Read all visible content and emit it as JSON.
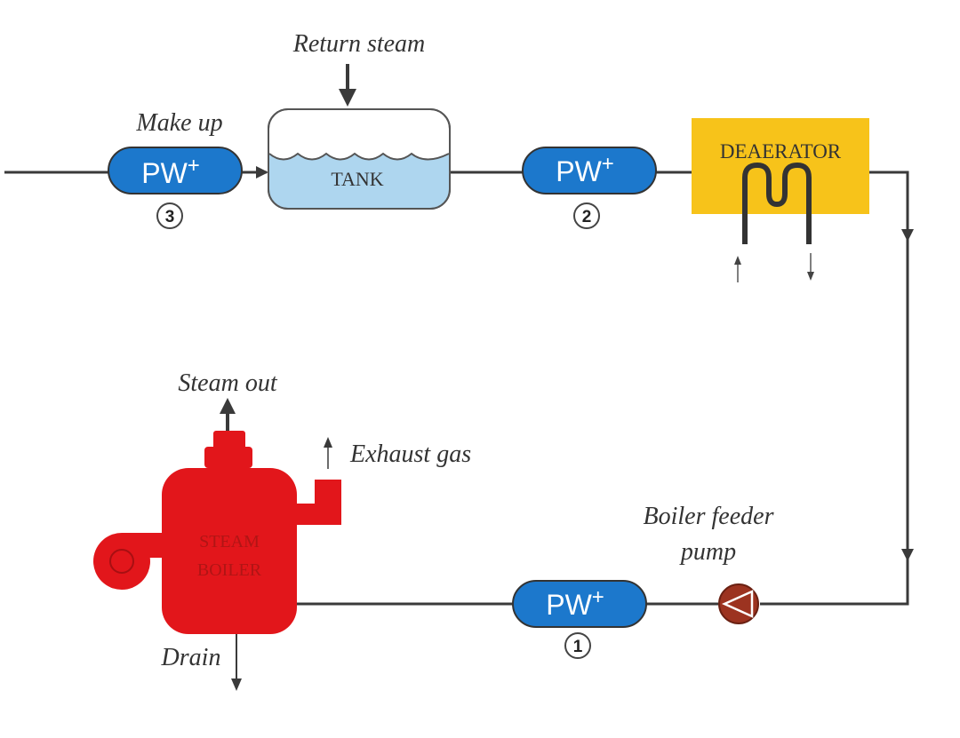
{
  "labels": {
    "return_steam": "Return steam",
    "make_up": "Make up",
    "steam_out": "Steam out",
    "exhaust_gas": "Exhaust gas",
    "boiler_feeder_pump_line1": "Boiler feeder",
    "boiler_feeder_pump_line2": "pump",
    "drain": "Drain"
  },
  "components": {
    "tank": "TANK",
    "deaerator": "DEAERATOR",
    "steam_boiler_line1": "STEAM",
    "steam_boiler_line2": "BOILER"
  },
  "pw_units": [
    {
      "id": "3",
      "label": "PW",
      "sup": "+"
    },
    {
      "id": "2",
      "label": "PW",
      "sup": "+"
    },
    {
      "id": "1",
      "label": "PW",
      "sup": "+"
    }
  ],
  "colors": {
    "pw_fill": "#1c78cc",
    "tank_water": "#aed6ef",
    "deaerator": "#f7c31a",
    "boiler": "#e2161b",
    "pump": "#9c3320",
    "pipe": "#3a3a3a"
  }
}
